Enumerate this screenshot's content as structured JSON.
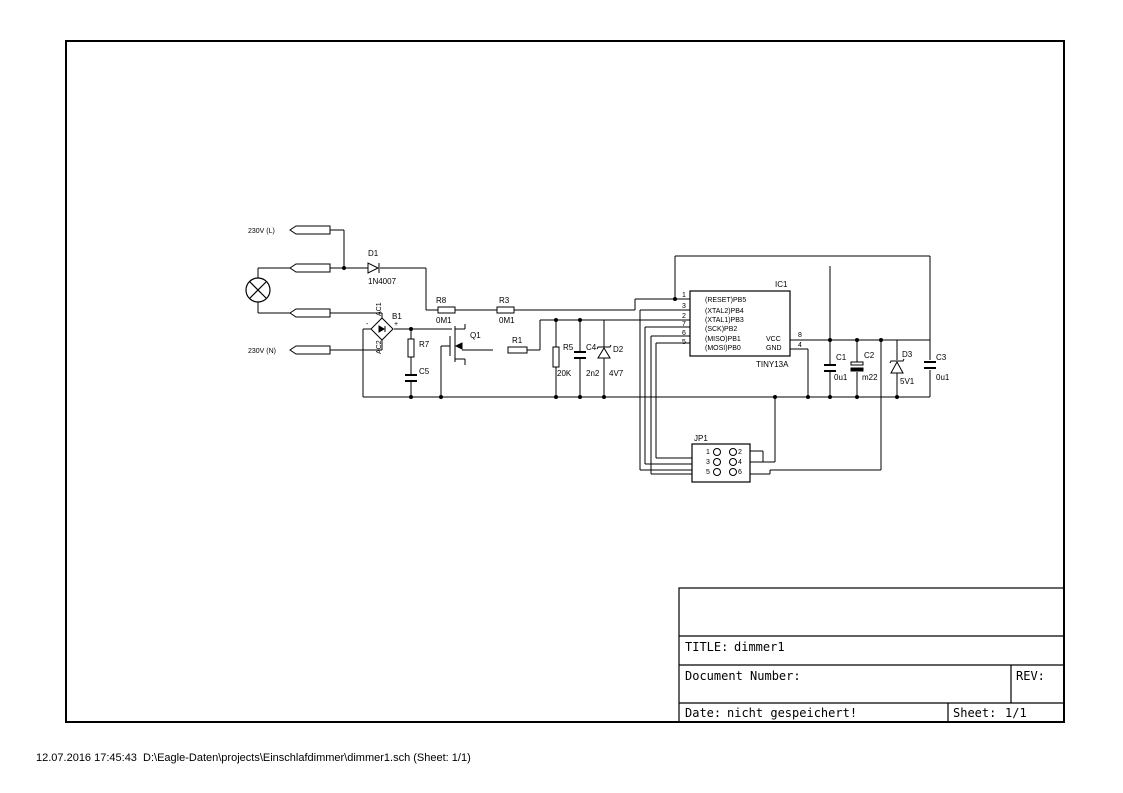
{
  "labels": {
    "l_230_l": "230V (L)",
    "l_230_n": "230V (N)",
    "d1": "D1",
    "d1_val": "1N4007",
    "r8": "R8",
    "r8_val": "0M1",
    "r3": "R3",
    "r3_val": "0M1",
    "b1": "B1",
    "b1_ac1": "AC1",
    "b1_ac2": "AC2",
    "b1_minus": "-",
    "b1_plus": "+",
    "r7": "R7",
    "c5": "C5",
    "q1": "Q1",
    "r1": "R1",
    "r5": "R5",
    "r5_val": "20K",
    "c4": "C4",
    "c4_val": "2n2",
    "d2": "D2",
    "d2_val": "4V7",
    "ic1": "IC1",
    "ic1_val": "TINY13A",
    "pin_pb5": "(RESET)PB5",
    "pin_pb4": "(XTAL2)PB4",
    "pin_pb3": "(XTAL1)PB3",
    "pin_pb2": "(SCK)PB2",
    "pin_pb1": "(MISO)PB1",
    "pin_pb0": "(MOSI)PB0",
    "pin_vcc": "VCC",
    "pin_gnd": "GND",
    "pn1": "1",
    "pn3": "3",
    "pn2": "2",
    "pn7": "7",
    "pn6": "6",
    "pn5": "5",
    "pn8": "8",
    "pn4": "4",
    "c1": "C1",
    "c1_val": "0u1",
    "c2": "C2",
    "c2_val": "m22",
    "d3": "D3",
    "d3_val": "5V1",
    "c3": "C3",
    "c3_val": "0u1",
    "jp1": "JP1",
    "jp_1": "1",
    "jp_2": "2",
    "jp_3": "3",
    "jp_4": "4",
    "jp_5": "5",
    "jp_6": "6"
  },
  "title_block": {
    "title_label": "TITLE:",
    "title_value": "dimmer1",
    "document_number_label": "Document Number:",
    "rev_label": "REV:",
    "date_label": "Date:",
    "date_value": "nicht gespeichert!",
    "sheet_label": "Sheet:",
    "sheet_value": "1/1"
  },
  "footer": "12.07.2016 17:45:43  D:\\Eagle-Daten\\projects\\Einschlafdimmer\\dimmer1.sch (Sheet: 1/1)"
}
